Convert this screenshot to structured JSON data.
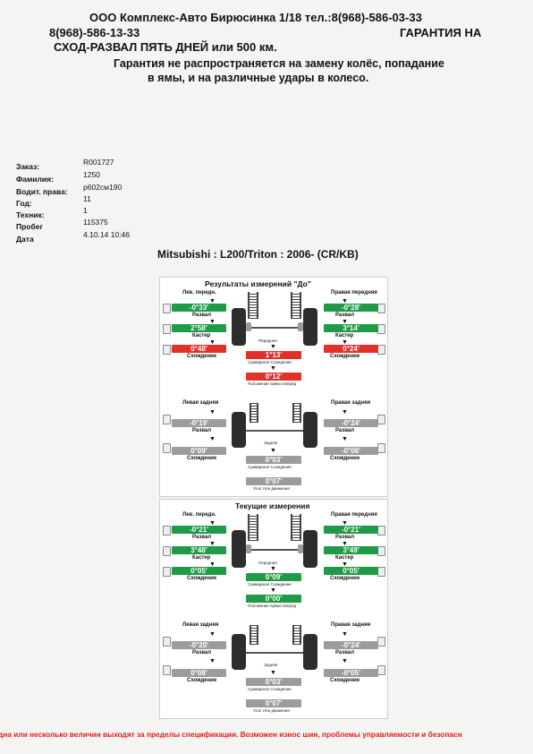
{
  "header": {
    "line1": "ООО Комплекс-Авто Бирюсинка 1/18 тел.:8(968)-586-03-33",
    "line2a": "8(968)-586-13-33",
    "line2b": "ГАРАНТИЯ НА",
    "line3": "СХОД-РАЗВАЛ ПЯТЬ ДНЕЙ или 500 км.",
    "line4": "Гарантия не распространяется на замену колёс, попадание",
    "line5": "в ямы, и на различные удары в колесо."
  },
  "info": [
    {
      "label": "Заказ:",
      "value": "R001727"
    },
    {
      "label": "Фамилия:",
      "value": "1250"
    },
    {
      "label": "Водит. права:",
      "value": "р602см190"
    },
    {
      "label": "Год:",
      "value": "11"
    },
    {
      "label": "Техник:",
      "value": "1"
    },
    {
      "label": "Пробег",
      "value": "115375"
    },
    {
      "label": "Дата",
      "value": "4.10.14 10:46"
    }
  ],
  "car": "Mitsubishi : L200/Triton : 2006-   (CR/KB)",
  "panels": {
    "before": {
      "title": "Результаты измерений \"До\"",
      "front_left_title": "Лев. передн.",
      "front_right_title": "Правая передняя",
      "camber_label": "Развал",
      "caster_label": "Кастер",
      "toe_label": "Схождение",
      "front_axle_label": "Передняя",
      "total_toe_label": "Суммарное Схождение",
      "thrust_front_label": "Положение прямо вперед",
      "rear_left_title": "Левая задняя",
      "rear_right_title": "Правая задняя",
      "rear_axle_label": "Задняя",
      "thrust_label": "Угол тяги движения",
      "fl_camber": "-0°33'",
      "fl_caster": "2°58'",
      "fl_toe": "0°48'",
      "fr_camber": "-0°28'",
      "fr_caster": "3°14'",
      "fr_toe": "0°24'",
      "total_toe_front": "1°13'",
      "setback": "0°12'",
      "rl_camber": "-0°19'",
      "rl_toe": "0°09'",
      "rr_camber": "-0°24'",
      "rr_toe": "-0°06'",
      "total_toe_rear": "0°03'",
      "thrust": "0°07'"
    },
    "current": {
      "title": "Текущие измерения",
      "front_left_title": "Лев. передн.",
      "front_right_title": "Правая передняя",
      "camber_label": "Развал",
      "caster_label": "Кастер",
      "toe_label": "Схождение",
      "front_axle_label": "Передняя",
      "total_toe_label": "Суммарное Схождение",
      "thrust_front_label": "Положение прямо вперед",
      "rear_left_title": "Левая задняя",
      "rear_right_title": "Правая задняя",
      "rear_axle_label": "Задняя",
      "thrust_label": "Угол тяги движения",
      "fl_camber": "-0°21'",
      "fl_caster": "3°48'",
      "fl_toe": "0°05'",
      "fr_camber": "-0°21'",
      "fr_caster": "3°49'",
      "fr_toe": "0°05'",
      "total_toe_front": "0°09'",
      "setback": "0°00'",
      "rl_camber": "-0°20'",
      "rl_toe": "0°08'",
      "rr_camber": "-0°24'",
      "rr_toe": "-0°05'",
      "total_toe_rear": "0°03'",
      "thrust": "0°07'"
    }
  },
  "footer": "дна или несколько величин выходят за пределы спецификации. Возможен износ шин, проблемы управляемости и безопасн",
  "colors": {
    "green": "#1f9a47",
    "red": "#e0322b",
    "gray": "#9c9c9c"
  }
}
